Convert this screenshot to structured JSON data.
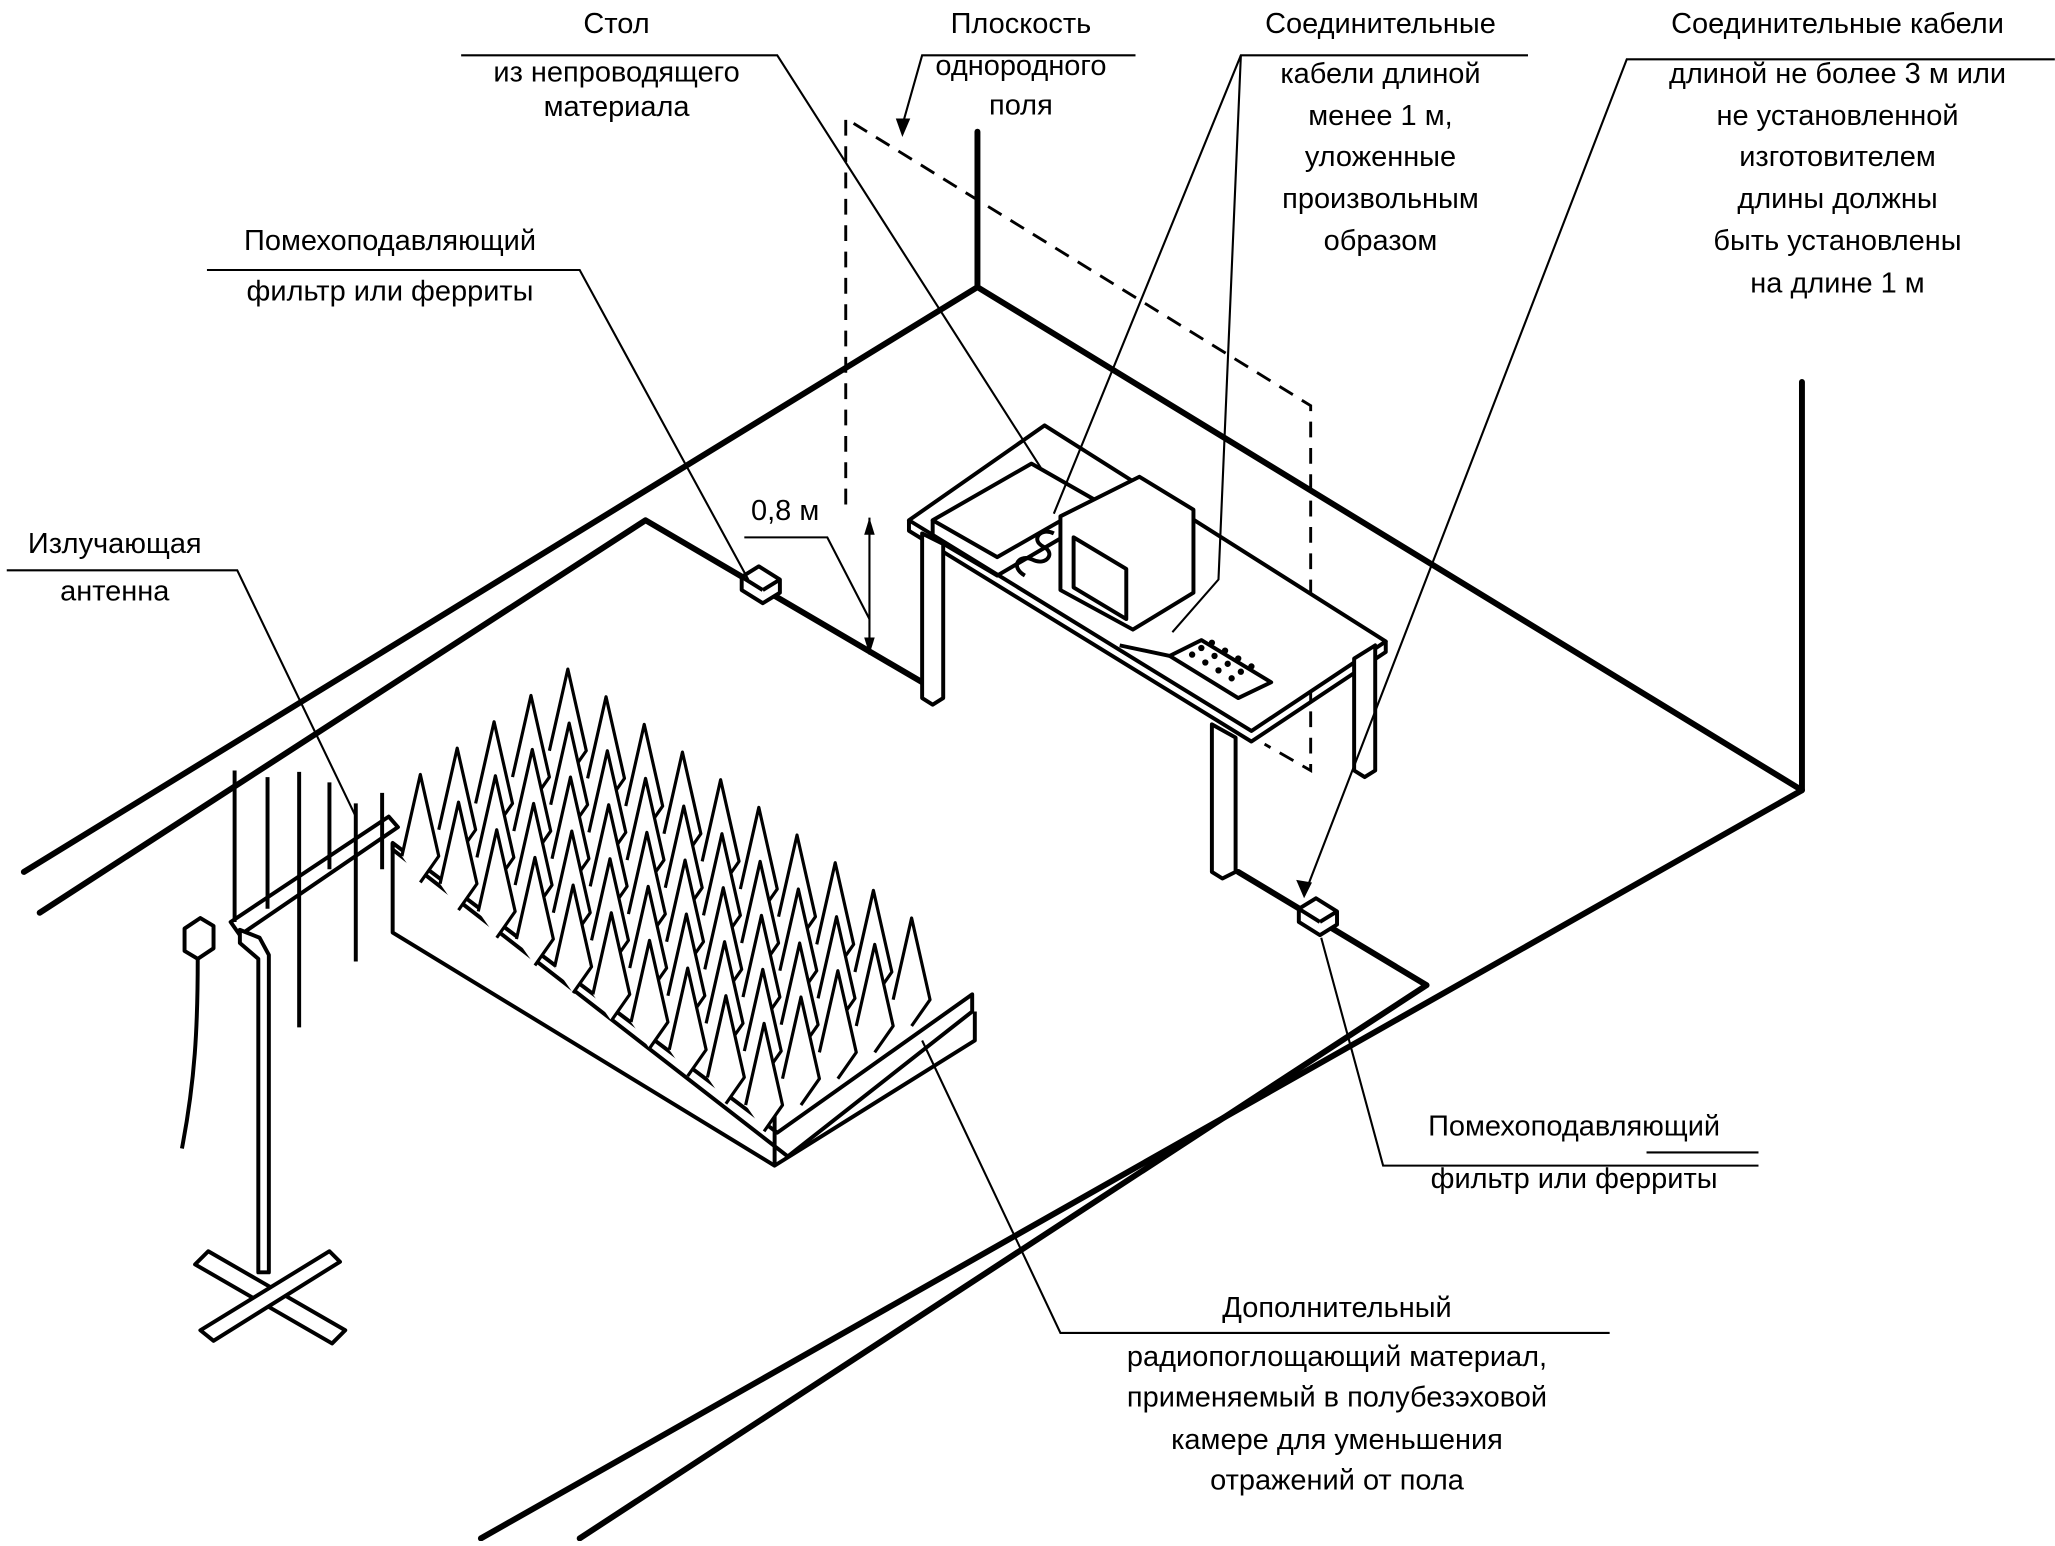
{
  "diagram": {
    "labels": {
      "table": {
        "above": "Стол",
        "below": [
          "из непроводящего",
          "материала"
        ]
      },
      "field_plane": {
        "above": "Плоскость",
        "below": [
          "однородного",
          "поля"
        ]
      },
      "short_cables": {
        "above": "Соединительные",
        "below": [
          "кабели длиной",
          "менее 1 м,",
          "уложенные",
          "произвольным",
          "образом"
        ]
      },
      "long_cables": {
        "above": "Соединительные кабели",
        "below": [
          "длиной не более 3 м или",
          "не установленной",
          "изготовителем",
          "длины должны",
          "быть установлены",
          "на длине 1 м"
        ]
      },
      "filter_top": {
        "above": "Помехоподавляющий",
        "below": [
          "фильтр или ферриты"
        ]
      },
      "filter_bottom": {
        "above": "Помехоподавляющий",
        "below": [
          "фильтр или ферриты"
        ]
      },
      "antenna": {
        "above": "Излучающая",
        "below": [
          "антенна"
        ]
      },
      "height": {
        "above": "0,8 м"
      },
      "absorber": {
        "above": "Дополнительный",
        "below": [
          "радиопоглощающий материал,",
          "применяемый в полубезэховой",
          "камере для уменьшения",
          "отражений от пола"
        ]
      }
    }
  }
}
